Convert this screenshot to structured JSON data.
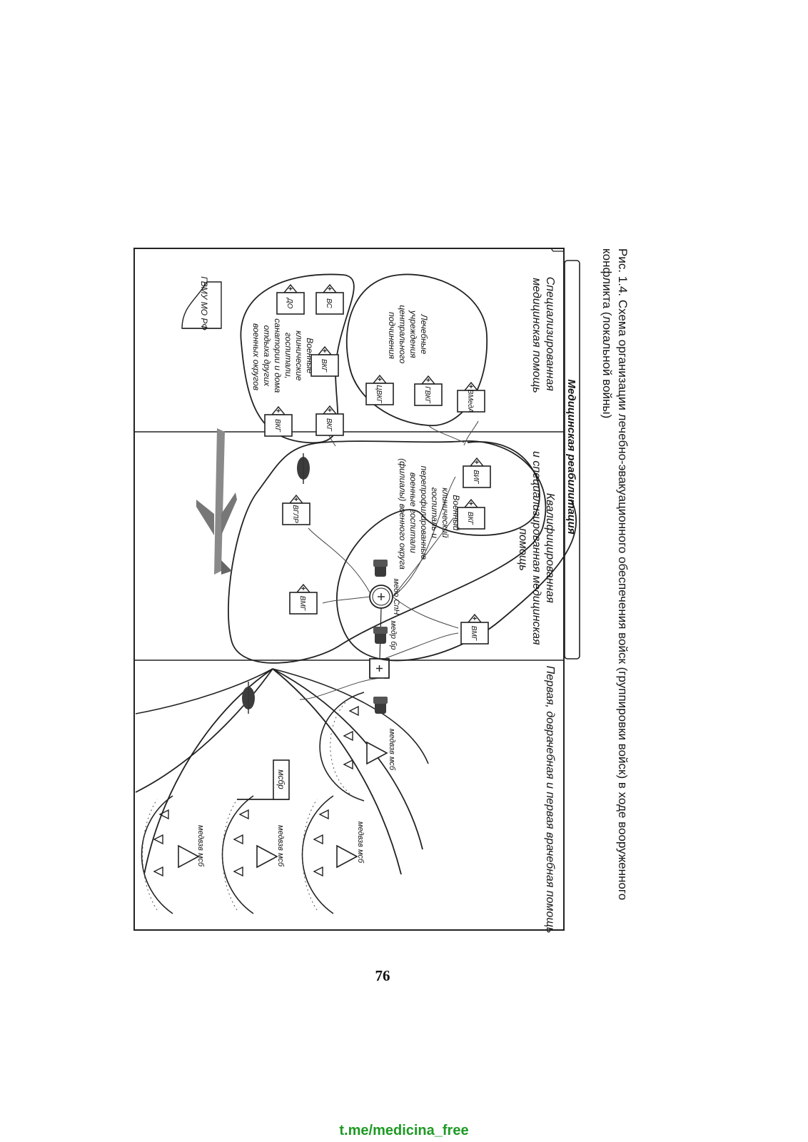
{
  "diagram": {
    "columns": {
      "first_aid": "Первая, доврачебная и первая врачебная помощь",
      "qualified": "Квалифицированная и специализированная медицинская помощь",
      "specialized": "Специализированная медицинская помощь"
    },
    "rehab_label": "Медицинская реабилитация",
    "command": "ГВМУ МО РФ",
    "regiment": "мсбр",
    "company_points": [
      "медвзв мсб",
      "медвзв мсб",
      "медвзв мсб",
      "медвзв мсб"
    ],
    "brigade_detachment": "медр бр",
    "special_detachment": "медо СпН",
    "qualified_hospitals": [
      "ВМГ",
      "ВКГ",
      "ВИГ",
      "ВГЛР",
      "ВМГ"
    ],
    "qualified_zone_text": "Военный клинический госпиталь и перепрофилированные военные госпитали (филиалы) военного округа",
    "central_hospitals": [
      "ВМедА",
      "ГВКГ",
      "ЦВКГ"
    ],
    "central_text": "Лечебные учреждения центрального подчинения",
    "district_hospitals": [
      "ВКГ",
      "ВКГ",
      "ВКГ",
      "ВС",
      "ДО"
    ],
    "district_text": "Военные клинические госпитали, санатории и дома отдыха других военных округов"
  },
  "caption": "Рис. 1.4. Схема организации лечебно-эвакуационного обеспечения войск (группировки войск) в ходе вооруженного конфликта (локальной войны)",
  "page_number": "76",
  "footer": "t.me/medicina_free"
}
